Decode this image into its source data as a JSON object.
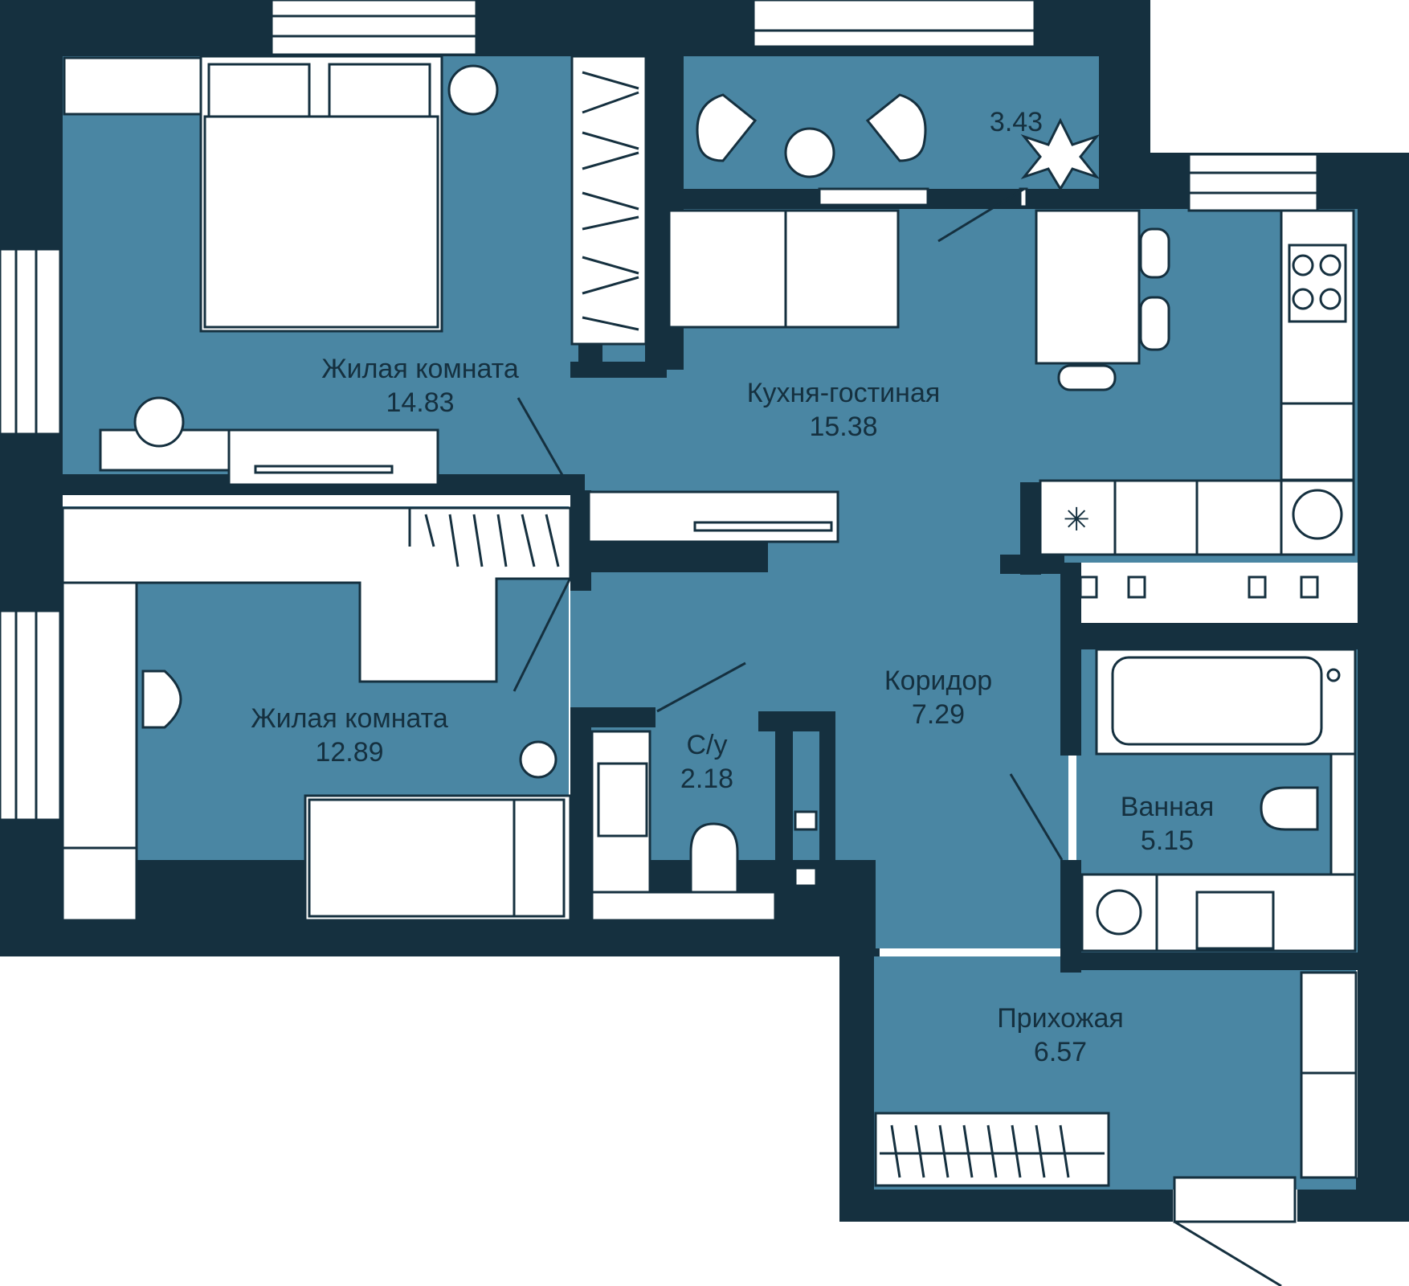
{
  "colors": {
    "wall": "#15303f",
    "floor": "#4a86a3",
    "furniture": "#ffffff"
  },
  "rooms": {
    "living_top": {
      "name": "Жилая комната",
      "area": "14.83"
    },
    "kitchen": {
      "name": "Кухня-гостиная",
      "area": "15.38"
    },
    "balcony": {
      "area": "3.43"
    },
    "living_bottom": {
      "name": "Жилая комната",
      "area": "12.89"
    },
    "wc": {
      "name": "С/у",
      "area": "2.18"
    },
    "corridor": {
      "name": "Коридор",
      "area": "7.29"
    },
    "bathroom": {
      "name": "Ванная",
      "area": "5.15"
    },
    "hall": {
      "name": "Прихожая",
      "area": "6.57"
    }
  }
}
